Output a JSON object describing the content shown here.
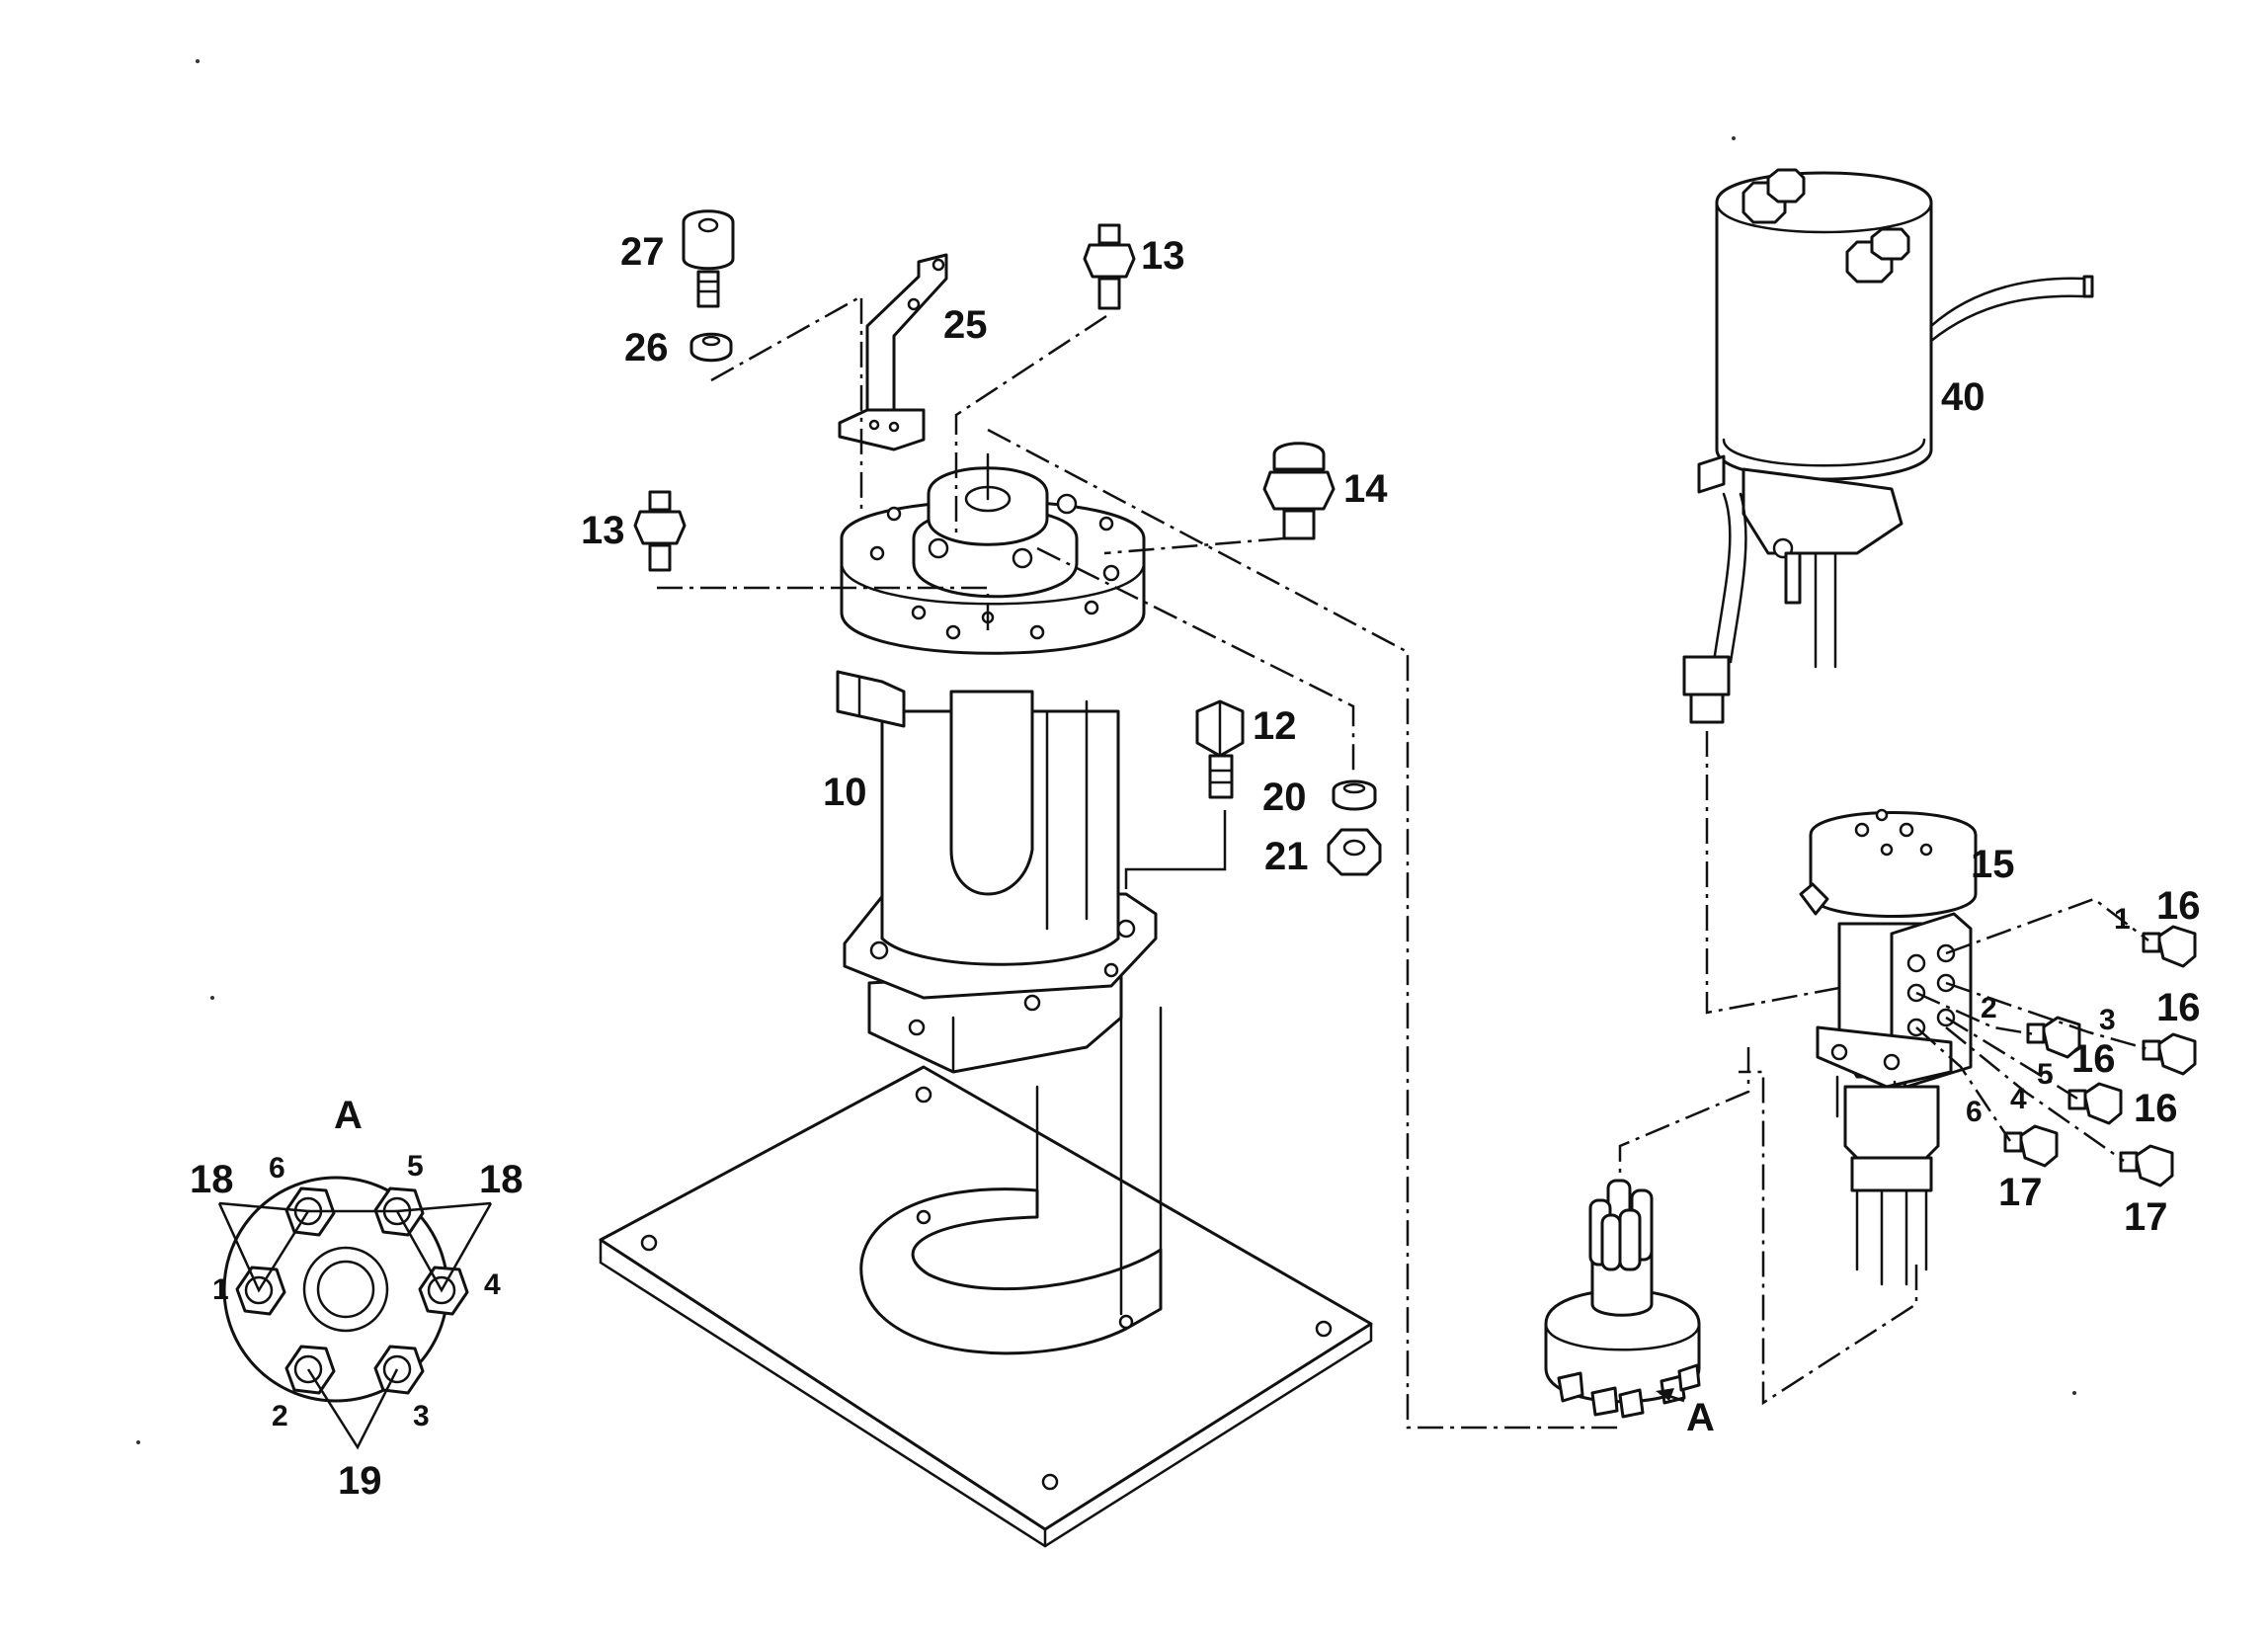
{
  "diagram": {
    "callouts": {
      "p27": "27",
      "p26": "26",
      "p25": "25",
      "p13a": "13",
      "p13b": "13",
      "p14": "14",
      "p12": "12",
      "p20": "20",
      "p21": "21",
      "p10": "10",
      "p40": "40",
      "p15": "15",
      "p16a": "16",
      "p16b": "16",
      "p16c": "16",
      "p16d": "16",
      "p17a": "17",
      "p17b": "17"
    },
    "port_numbers": {
      "r1": "1",
      "r2": "2",
      "r3": "3",
      "r4": "4",
      "r5": "5",
      "r6": "6"
    },
    "detail_view": {
      "title": "A",
      "left_18": "18",
      "right_18": "18",
      "bottom_19": "19",
      "ports": {
        "n1": "1",
        "n2": "2",
        "n3": "3",
        "n4": "4",
        "n5": "5",
        "n6": "6"
      }
    },
    "view_marker": "A"
  }
}
